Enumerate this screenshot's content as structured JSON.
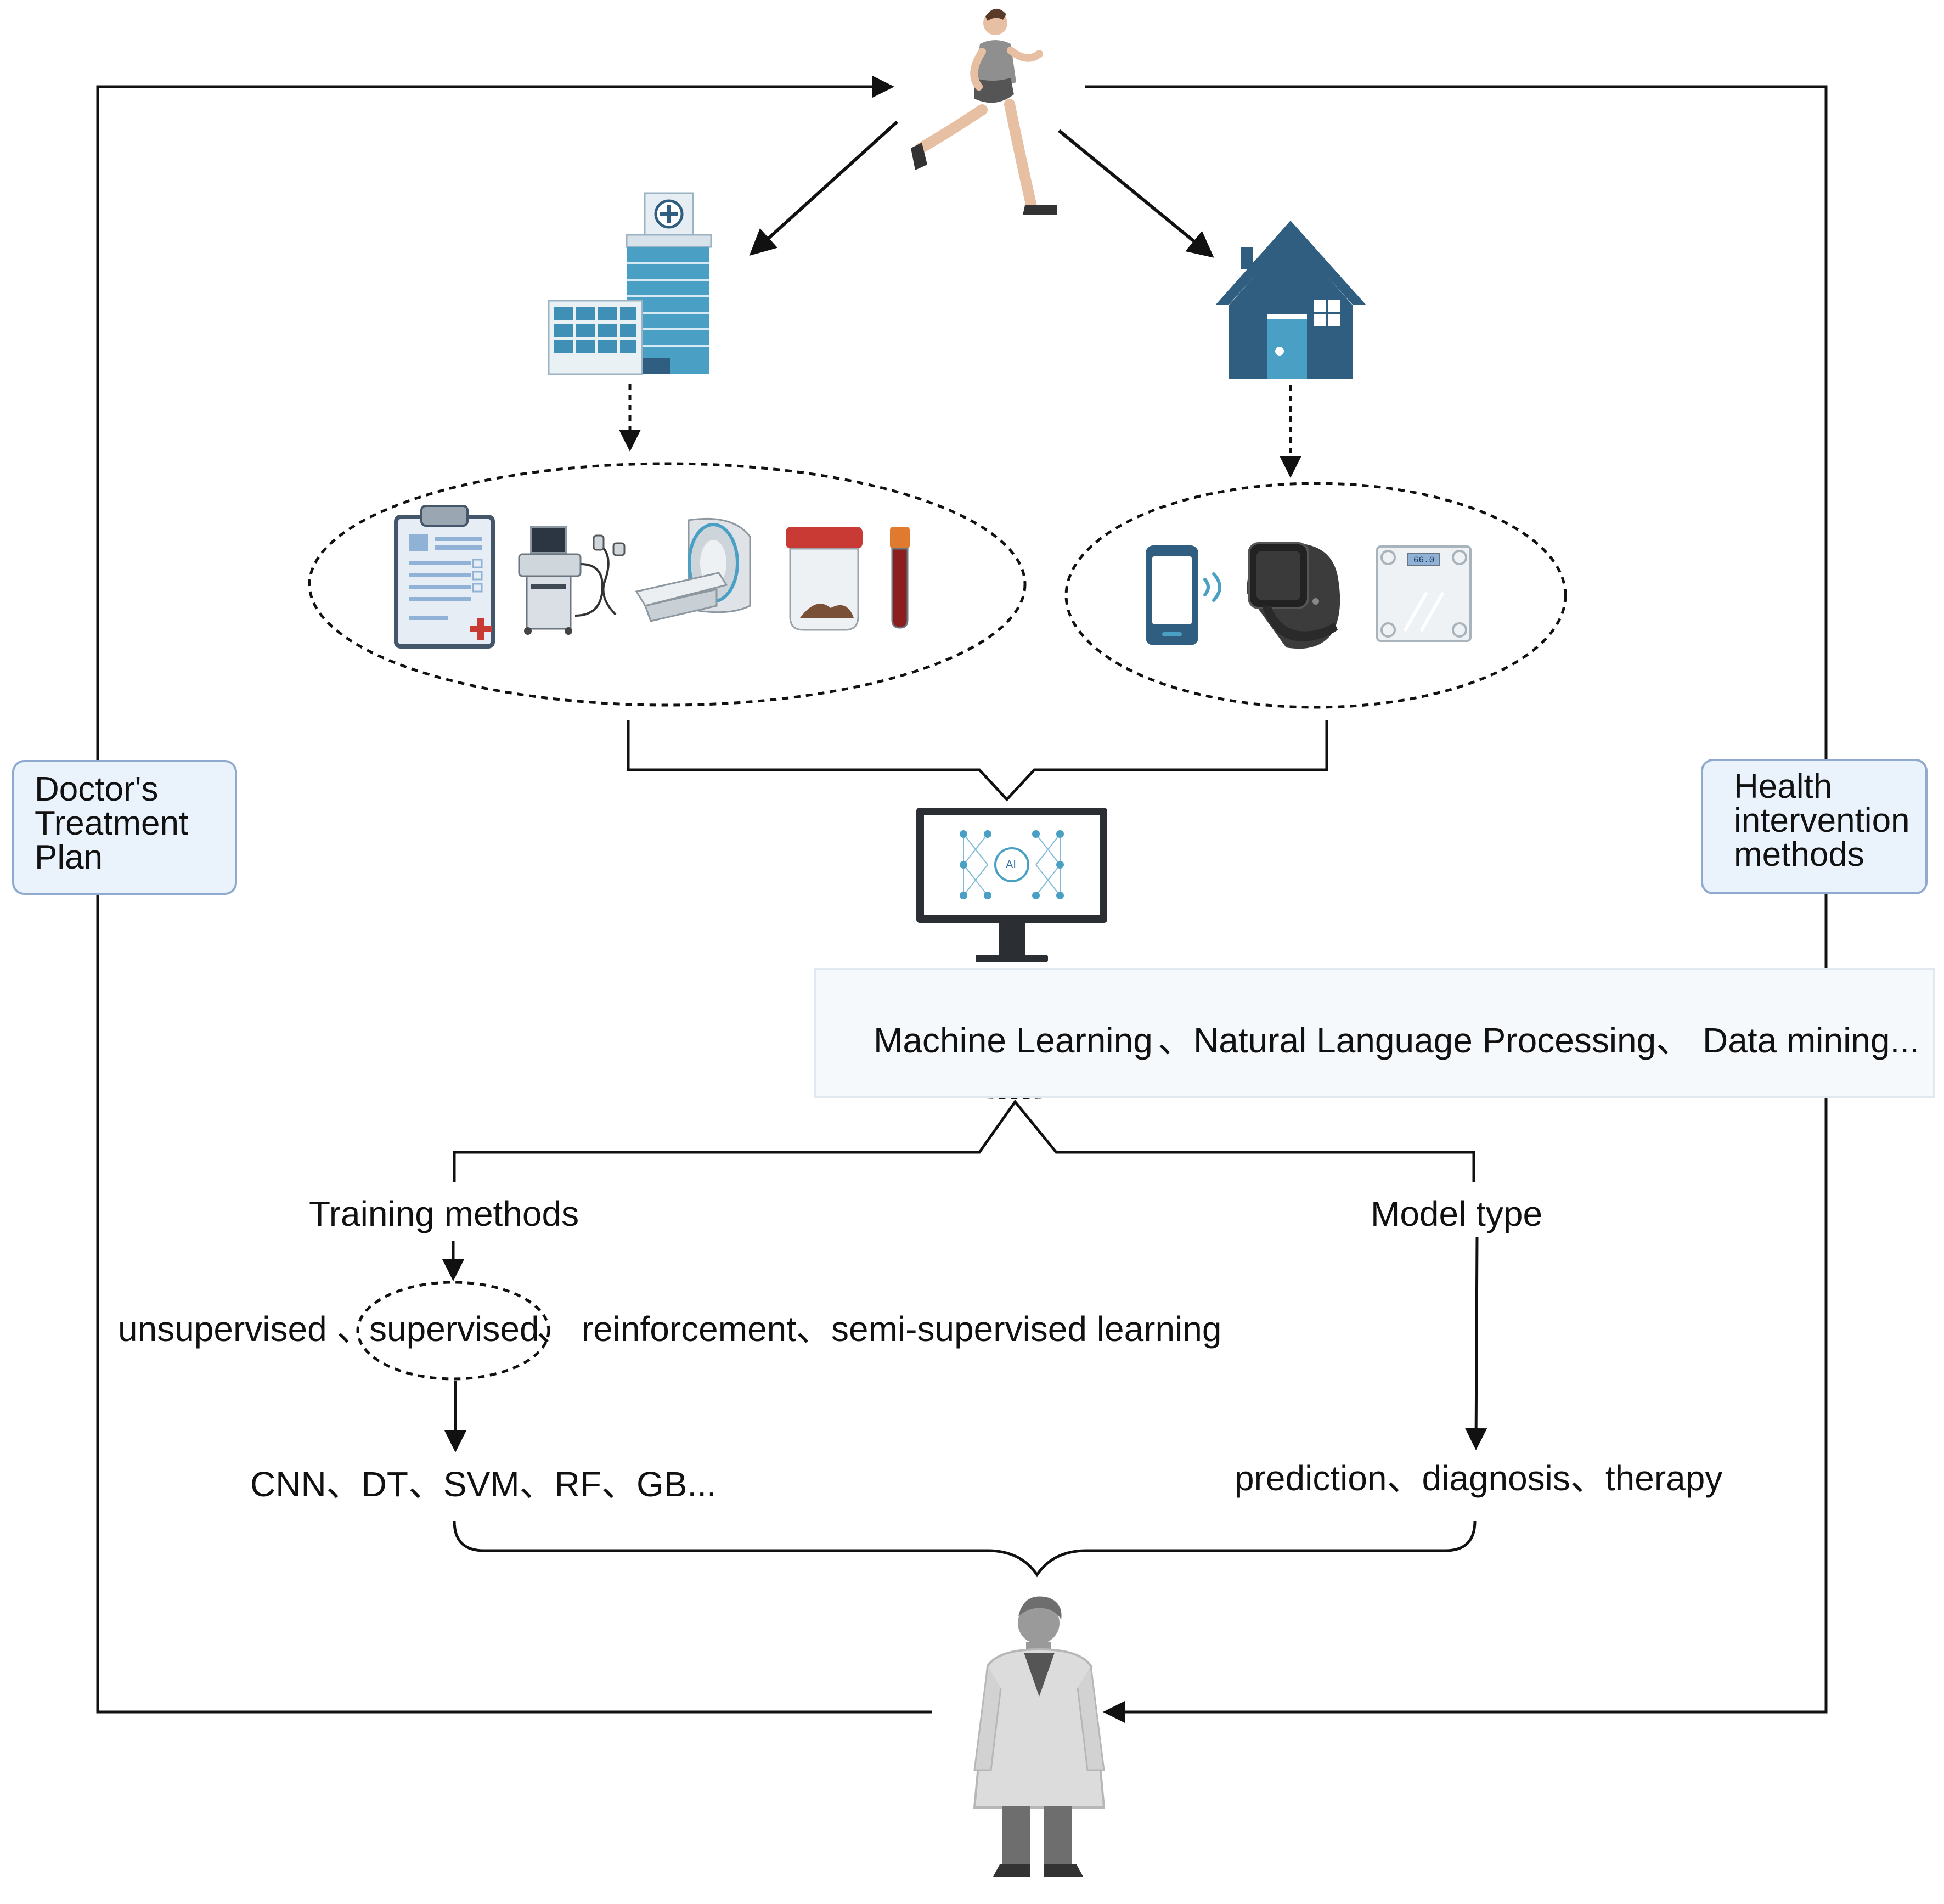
{
  "side_labels": {
    "left": [
      "Doctor's",
      "Treatment",
      "Plan"
    ],
    "right": [
      "Health",
      "intervention",
      "methods"
    ]
  },
  "techniques": {
    "machine_learning": "Machine Learning",
    "sep1": "、",
    "nlp": "Natural Language Processing、",
    "data_mining": "Data mining..."
  },
  "branches": {
    "training_methods": "Training methods",
    "model_type": "Model type"
  },
  "training": {
    "unsupervised": "unsupervised 、",
    "supervised": "supervised",
    "rest": "、 reinforcement、semi-supervised learning"
  },
  "algorithms": "CNN、DT、SVM、RF、GB...",
  "model_types": "prediction、diagnosis、therapy",
  "monitor_badge": "AI",
  "scale_display": "66.0",
  "colors": {
    "house": "#2f5e80",
    "hospital": "#4a9fc4",
    "accent_red": "#c93a35",
    "box_fill": "#eaf2fb",
    "box_border": "#8fa9cf"
  }
}
